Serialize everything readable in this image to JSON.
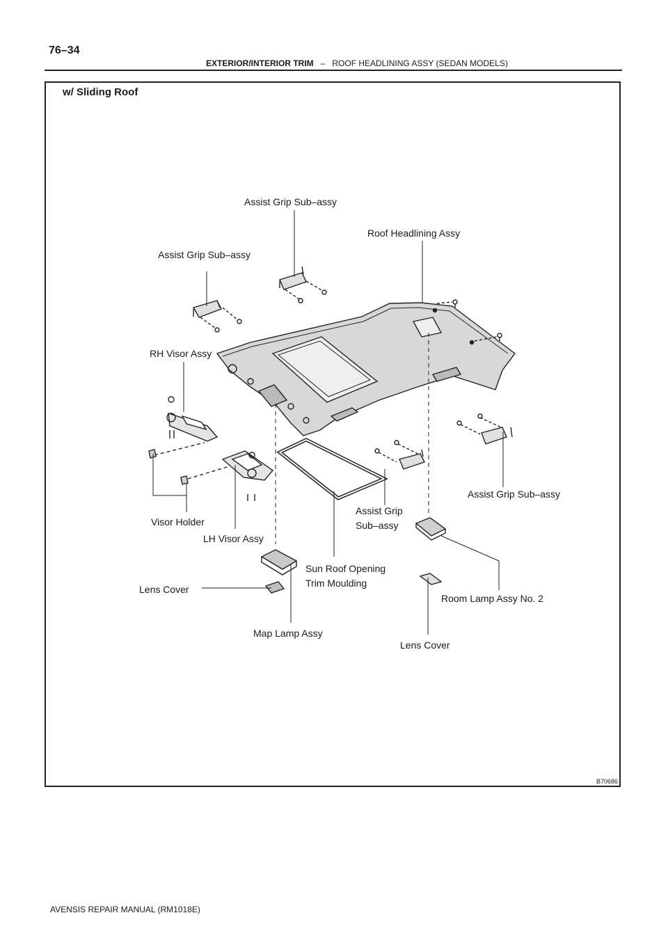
{
  "header": {
    "page_number": "76–34",
    "section": "EXTERIOR/INTERIOR TRIM",
    "separator": "–",
    "topic": "ROOF HEADLINING ASSY (SEDAN MODELS)"
  },
  "figure": {
    "subtitle": "w/ Sliding Roof",
    "figure_id": "B70686"
  },
  "labels": {
    "assist_grip_top": "Assist Grip Sub–assy",
    "roof_headlining": "Roof Headlining Assy",
    "assist_grip_left": "Assist Grip Sub–assy",
    "rh_visor": "RH Visor Assy",
    "assist_grip_right": "Assist Grip Sub–assy",
    "assist_grip_center_line1": "Assist Grip",
    "assist_grip_center_line2": "Sub–assy",
    "visor_holder": "Visor Holder",
    "lh_visor": "LH Visor Assy",
    "sun_roof_line1": "Sun Roof Opening",
    "sun_roof_line2": "Trim Moulding",
    "lens_cover_left": "Lens Cover",
    "room_lamp": "Room Lamp Assy No. 2",
    "map_lamp": "Map Lamp Assy",
    "lens_cover_right": "Lens Cover"
  },
  "footer": {
    "manual": "AVENSIS REPAIR MANUAL   (RM1018E)"
  }
}
